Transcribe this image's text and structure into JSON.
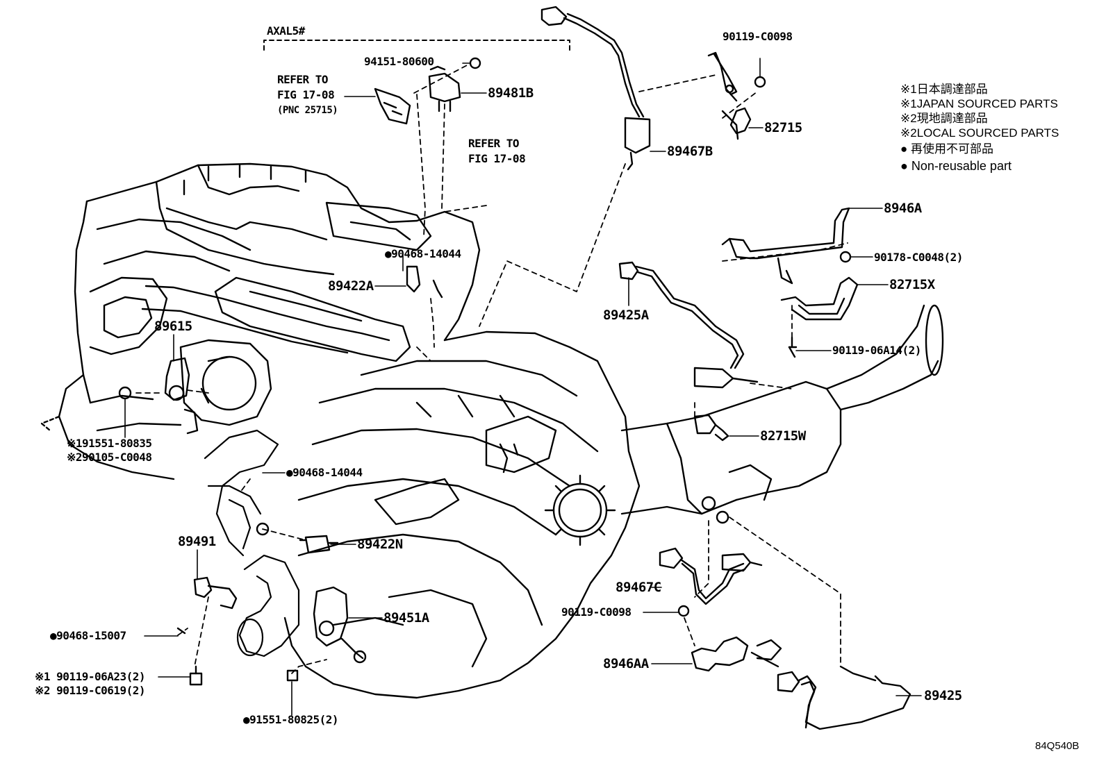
{
  "model_label": "AXAL5#",
  "refer1": {
    "line1": "REFER TO",
    "line2": "FIG 17-08",
    "line3": "(PNC 25715)"
  },
  "refer2": {
    "line1": "REFER TO",
    "line2": "FIG 17-08"
  },
  "parts": {
    "p94151_80600": "94151-80600",
    "p89481B": "89481B",
    "p90119_C0098_top": "90119-C0098",
    "p82715": "82715",
    "p89467B": "89467B",
    "p8946A": "8946A",
    "p90178_C0048": "90178-C0048(2)",
    "p82715X": "82715X",
    "p90119_06A14": "90119-06A14(2)",
    "p89425A": "89425A",
    "p82715W": "82715W",
    "p90468_14044_top": "●90468-14044",
    "p89422A": "89422A",
    "p89615": "89615",
    "p91551_80835": "※191551-80835",
    "p90105_C0048": "※290105-C0048",
    "p90468_14044_mid": "●90468-14044",
    "p89422N": "89422N",
    "p89491": "89491",
    "p89467C": "89467C",
    "p90119_C0098_low": "90119-C0098",
    "p89451A": "89451A",
    "p90468_15007": "●90468-15007",
    "p90119_06A23": "※1 90119-06A23(2)",
    "p90119_C0619": "※2 90119-C0619(2)",
    "p8946AA": "8946AA",
    "p89425": "89425",
    "p91551_80825": "●91551-80825(2)"
  },
  "legend": {
    "line1": "※1日本調達部品",
    "line2": "※1JAPAN SOURCED PARTS",
    "line3": "※2現地調達部品",
    "line4": "※2LOCAL SOURCED PARTS",
    "line5": "● 再使用不可部品",
    "line6": "● Non-reusable part"
  },
  "diagram_id": "84Q540B"
}
